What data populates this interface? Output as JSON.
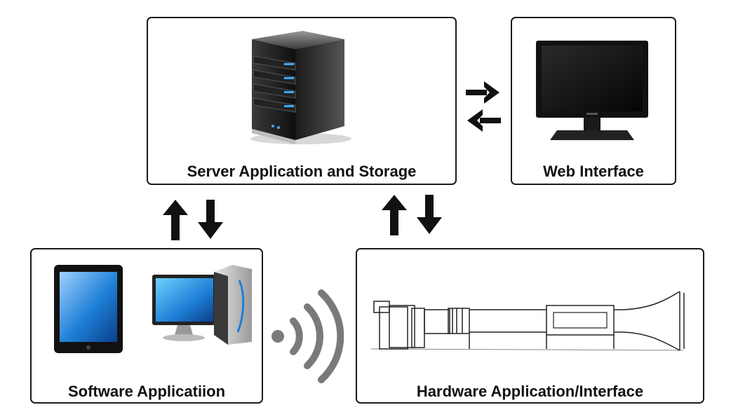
{
  "boxes": {
    "server": {
      "label": "Server Application and Storage",
      "icon": "server-tower-icon"
    },
    "web": {
      "label": "Web Interface",
      "icon": "monitor-icon"
    },
    "software": {
      "label": "Software Applicatiion",
      "icons": [
        "tablet-icon",
        "desktop-computer-icon"
      ]
    },
    "hardware": {
      "label": "Hardware Application/Interface",
      "icon": "wind-tunnel-drawing-icon"
    }
  },
  "connectors": {
    "server_web": "bidirectional-horizontal-arrows",
    "server_software": "bidirectional-vertical-arrows",
    "server_hardware": "bidirectional-vertical-arrows",
    "software_hardware": "wireless-signal-icon"
  },
  "colors": {
    "border": "#1a1a1a",
    "arrow": "#111111",
    "wireless": "#7a7a7a",
    "screen_blue": "#1e7fd6"
  }
}
